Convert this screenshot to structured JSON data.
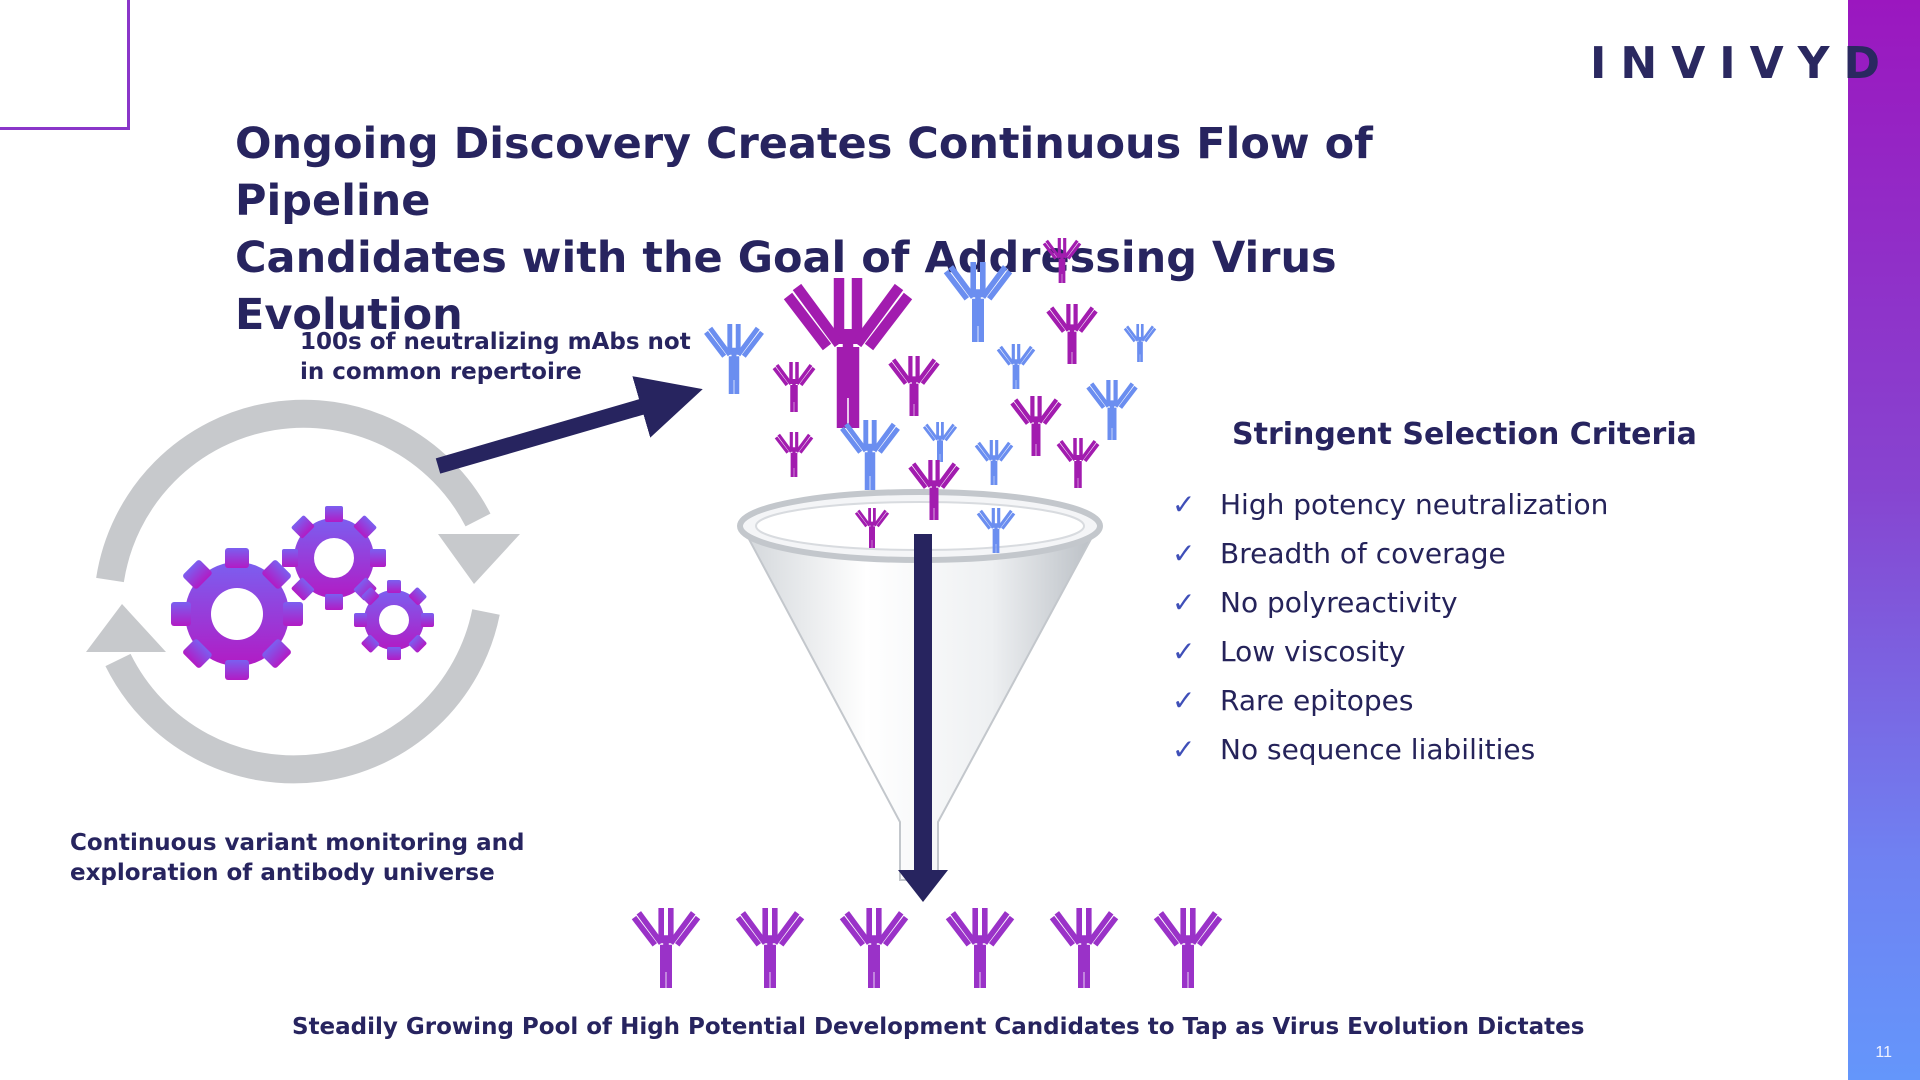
{
  "brand": {
    "logo_text": "INVIVYD"
  },
  "slide": {
    "title_line1": "Ongoing Discovery Creates Continuous Flow of Pipeline",
    "title_line2": "Candidates with the Goal of Addressing Virus Evolution",
    "page_number": "11"
  },
  "labels": {
    "mabs_line1": "100s of neutralizing mAbs not",
    "mabs_line2": "in common repertoire",
    "monitoring_line1": "Continuous variant monitoring and",
    "monitoring_line2": "exploration of antibody universe",
    "footer": "Steadily Growing Pool of High Potential Development Candidates to Tap as Virus Evolution Dictates"
  },
  "criteria": {
    "title": "Stringent Selection Criteria",
    "check_glyph": "✓",
    "items": [
      "High potency neutralization",
      "Breadth of coverage",
      "No polyreactivity",
      "Low viscosity",
      "Rare epitopes",
      "No sequence liabilities"
    ]
  },
  "colors": {
    "navy": "#27245f",
    "magenta": "#a21caf",
    "blue": "#6b8ef0",
    "violet": "#8a36c9",
    "gray_cycle": "#c7c9cc"
  },
  "icons": {
    "gears": "gears-icon",
    "cycle": "cycle-arrows-icon",
    "funnel": "funnel-icon",
    "antibody": "antibody-icon",
    "check": "check-icon"
  }
}
